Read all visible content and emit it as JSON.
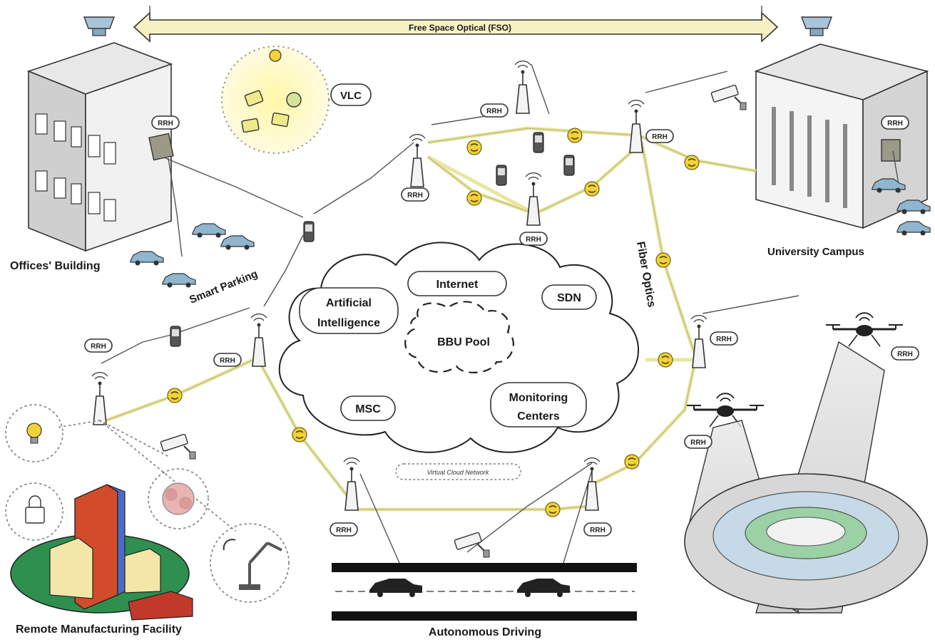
{
  "fso_label": "Free Space Optical (FSO)",
  "places": {
    "offices": "Offices' Building",
    "university": "University Campus",
    "manufacturing": "Remote Manufacturing Facility",
    "driving": "Autonomous Driving",
    "parking": "Smart Parking",
    "fiber": "Fiber Optics",
    "vlc": "VLC"
  },
  "cloud": {
    "internet": "Internet",
    "ai_line1": "Artificial",
    "ai_line2": "Intelligence",
    "sdn": "SDN",
    "bbu": "BBU Pool",
    "msc": "MSC",
    "mon_line1": "Monitoring",
    "mon_line2": "Centers",
    "virtual": "Virtual Cloud Network"
  },
  "rrh": "RRH",
  "colors": {
    "fiber": "#e8e6a0",
    "node": "#f2d23a",
    "fso_arrow": "#f6f1c2",
    "vlc_glow": "#fbf5b8"
  }
}
